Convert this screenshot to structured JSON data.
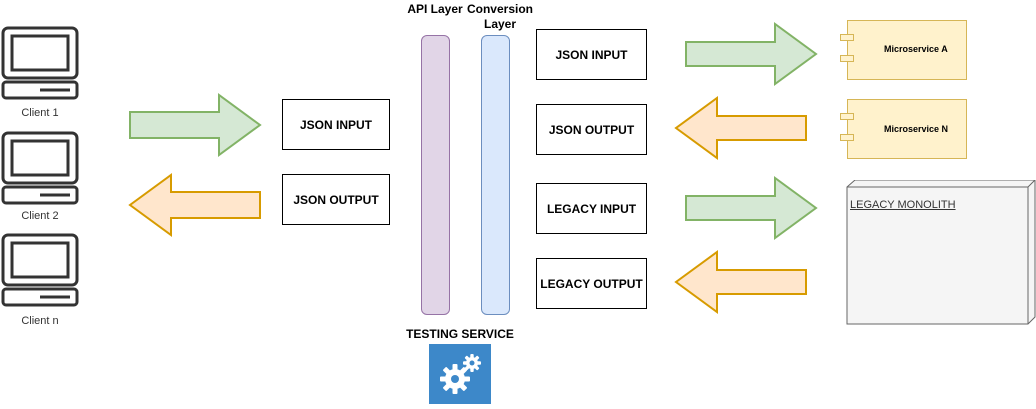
{
  "clients": [
    {
      "label": "Client 1"
    },
    {
      "label": "Client 2"
    },
    {
      "label": "Client n"
    }
  ],
  "layers": {
    "api": "API Layer",
    "conversion": "Conversion Layer"
  },
  "left_boxes": {
    "input": "JSON INPUT",
    "output": "JSON OUTPUT"
  },
  "right_boxes": {
    "json_input": "JSON INPUT",
    "json_output": "JSON OUTPUT",
    "legacy_input": "LEGACY INPUT",
    "legacy_output": "LEGACY OUTPUT"
  },
  "services": {
    "microservice_a": "Microservice A",
    "microservice_n": "Microservice N",
    "legacy_monolith": "LEGACY MONOLITH"
  },
  "testing": {
    "label": "TESTING SERVICE",
    "icon": "gears-icon"
  },
  "colors": {
    "green_fill": "#d5e8d4",
    "green_stroke": "#82b366",
    "orange_fill": "#ffe6cc",
    "orange_stroke": "#d79b00",
    "api_fill": "#e1d5e7",
    "api_stroke": "#9673a6",
    "conv_fill": "#dae8fc",
    "conv_stroke": "#6c8ebf",
    "ms_fill": "#fff2cc",
    "ms_stroke": "#d6b656",
    "testing_bg": "#3d88c9"
  }
}
